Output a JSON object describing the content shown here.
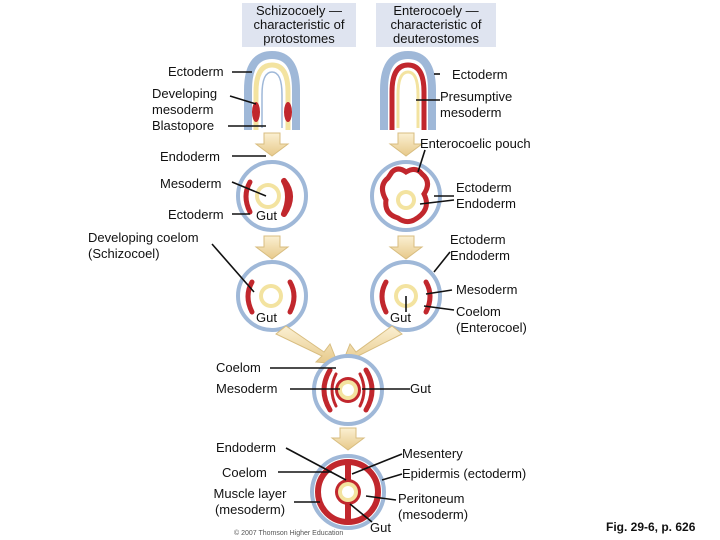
{
  "titles": {
    "schizocoely": "Schizocoely — characteristic of protostomes",
    "enterocoely": "Enterocoely — characteristic of deuterostomes"
  },
  "left_labels": {
    "ectoderm": "Ectoderm",
    "developing_mesoderm": "Developing mesoderm",
    "blastopore": "Blastopore",
    "endoderm": "Endoderm",
    "mesoderm": "Mesoderm",
    "ectoderm_2": "Ectoderm",
    "gut": "Gut",
    "developing_coelom": "Developing coelom (Schizocoel)",
    "gut_2": "Gut"
  },
  "right_labels": {
    "ectoderm": "Ectoderm",
    "presumptive_mesoderm": "Presumptive mesoderm",
    "enterocoelic_pouch": "Enterocoelic pouch",
    "ectoderm_endoderm": "Ectoderm Endoderm",
    "ectoderm_endoderm_2": "Ectoderm Endoderm",
    "mesoderm": "Mesoderm",
    "gut": "Gut",
    "coelom": "Coelom (Enterocoel)"
  },
  "bottom_labels": {
    "coelom": "Coelom",
    "mesoderm": "Mesoderm",
    "gut": "Gut",
    "endoderm": "Endoderm",
    "coelom_2": "Coelom",
    "muscle_layer": "Muscle layer (mesoderm)",
    "mesentery": "Mesentery",
    "epidermis": "Epidermis (ectoderm)",
    "peritoneum": "Peritoneum (mesoderm)",
    "gut_2": "Gut"
  },
  "credit": "© 2007 Thomson Higher Education",
  "figure_label": "Fig. 29-6, p. 626",
  "colors": {
    "ectoderm_blue": "#9fb8d8",
    "mesoderm_red": "#c1272d",
    "endoderm_yellow": "#f3e3a0",
    "arrow_yellow": "#f0d9a0"
  }
}
